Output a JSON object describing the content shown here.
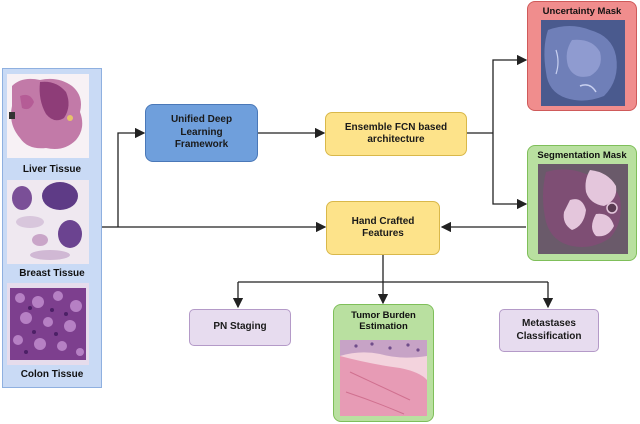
{
  "tissues": {
    "liver": "Liver Tissue",
    "breast": "Breast Tissue",
    "colon": "Colon Tissue"
  },
  "nodes": {
    "unified": "Unified Deep Learning Framework",
    "ensemble": "Ensemble FCN based architecture",
    "handcrafted": "Hand Crafted Features",
    "pn_staging": "PN Staging",
    "metastases": "Metastases Classification"
  },
  "outputs": {
    "uncertainty": "Uncertainty Mask",
    "segmentation": "Segmentation Mask",
    "tumor_burden": "Tumor Burden Estimation"
  },
  "colors": {
    "blue_box": "#6f9fdc",
    "yellow_box": "#fde38a",
    "purple_box": "#e7dcef",
    "red_frame": "#f08d8d",
    "green_frame": "#b9e0a0",
    "tissue_panel": "#c9daf5"
  }
}
